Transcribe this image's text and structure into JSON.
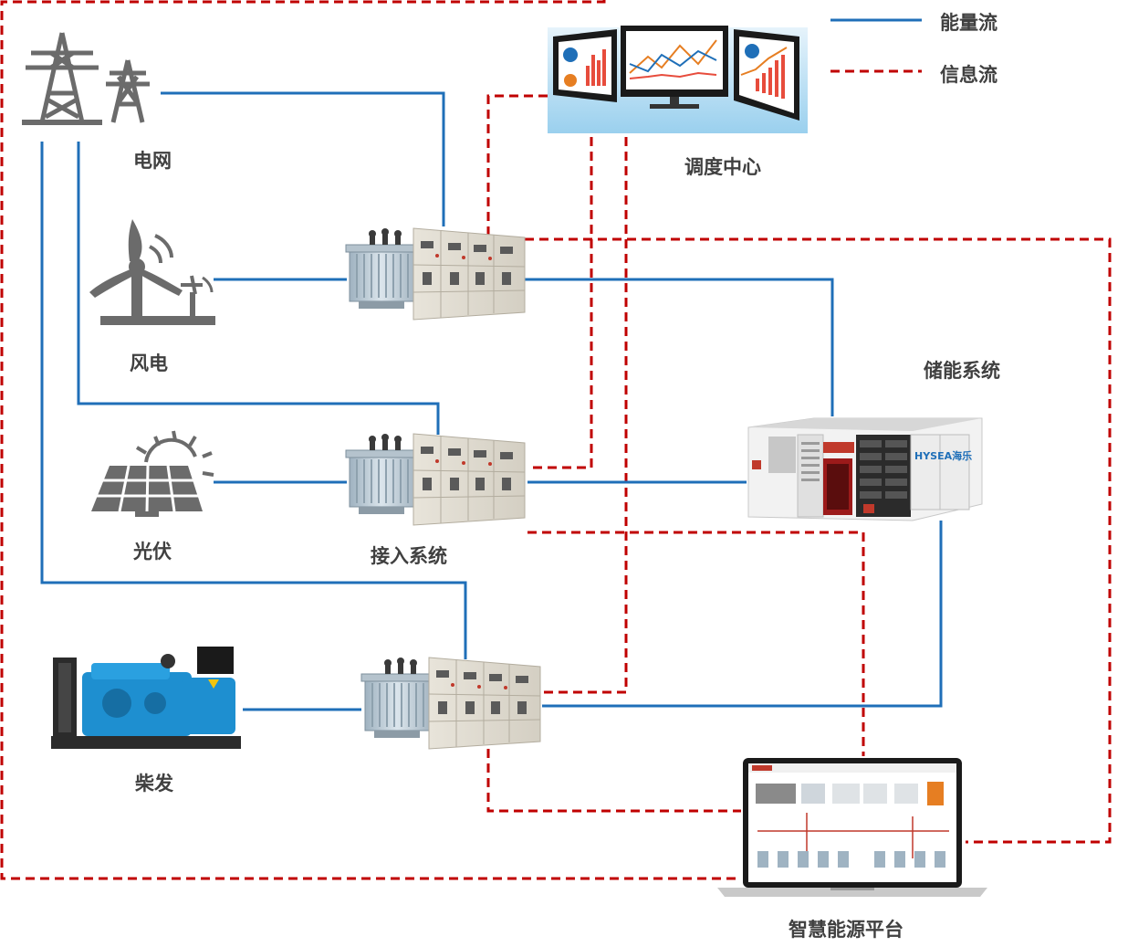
{
  "legend": {
    "energy_flow": "能量流",
    "info_flow": "信息流"
  },
  "labels": {
    "grid": "电网",
    "wind": "风电",
    "solar": "光伏",
    "diesel": "柴发",
    "access": "接入系统",
    "dispatch": "调度中心",
    "storage": "储能系统",
    "platform": "智慧能源平台"
  },
  "storage_brand": "HYSEA海乐",
  "colors": {
    "energy": "#1f6fb8",
    "info": "#c00000",
    "icon_gray": "#6b6b6b",
    "label_text": "#404040"
  }
}
